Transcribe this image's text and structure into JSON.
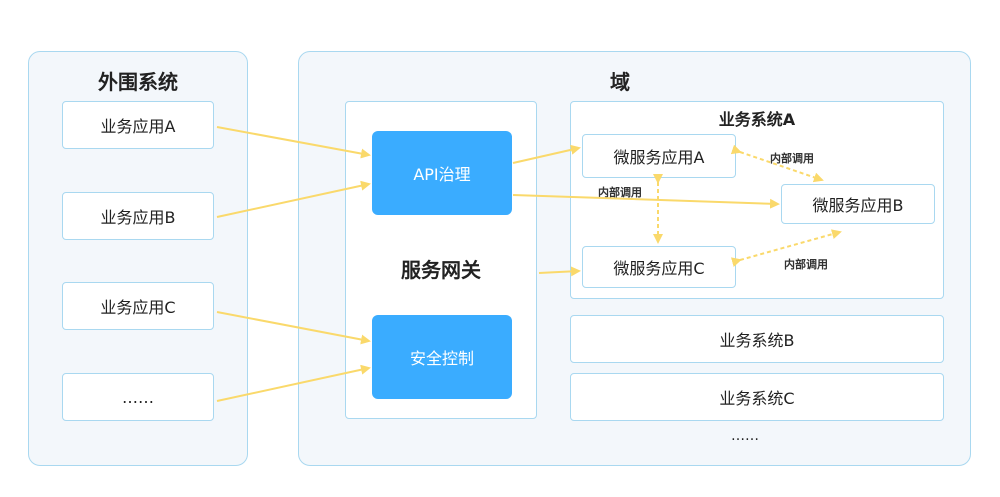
{
  "colors": {
    "panel_border": "#a9d8f0",
    "panel_bg": "#f3f7fb",
    "accent_blue": "#3aacff",
    "arrow": "#fad96b"
  },
  "external": {
    "title": "外围系统",
    "apps": [
      "业务应用A",
      "业务应用B",
      "业务应用C",
      "……"
    ]
  },
  "domain": {
    "title": "域",
    "gateway": {
      "title": "服务网关",
      "api_governance": "API治理",
      "security_control": "安全控制"
    },
    "system_a": {
      "title": "业务系统A",
      "micro_a": "微服务应用A",
      "micro_b": "微服务应用B",
      "micro_c": "微服务应用C",
      "internal_call": "内部调用"
    },
    "system_b": "业务系统B",
    "system_c": "业务系统C",
    "more": "……"
  }
}
